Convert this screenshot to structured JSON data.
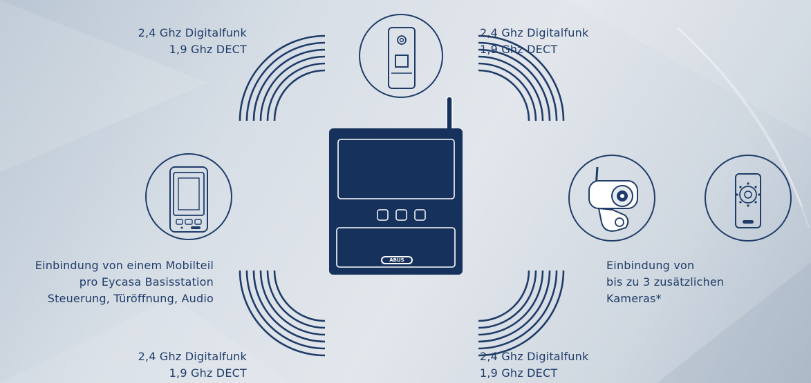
{
  "colors": {
    "primary": "#1f3c68",
    "device_bg": "#16325c",
    "background": "#d9dfe6"
  },
  "labels": {
    "top_left": {
      "line1": "2,4 Ghz Digitalfunk",
      "line2": "1,9 Ghz DECT"
    },
    "top_right": {
      "line1": "2,4 Ghz Digitalfunk",
      "line2": "1,9 Ghz DECT"
    },
    "bottom_left": {
      "line1": "2,4 Ghz Digitalfunk",
      "line2": "1,9 Ghz DECT"
    },
    "bottom_right": {
      "line1": "2,4 Ghz Digitalfunk",
      "line2": "1,9 Ghz DECT"
    },
    "mobile": {
      "line1": "Einbindung von einem Mobilteil",
      "line2": "pro Eycasa Basisstation",
      "line3": "Steuerung, Türöffnung, Audio"
    },
    "cameras": {
      "line1": "Einbindung von",
      "line2": "bis zu 3 zusätzlichen",
      "line3": "Kameras*"
    }
  },
  "brand": {
    "logo_text": "ABUS"
  },
  "icons": [
    "door-station-icon",
    "handset-icon",
    "outdoor-camera-icon",
    "indoor-camera-icon",
    "base-station-icon",
    "wireless-waves-icon"
  ]
}
